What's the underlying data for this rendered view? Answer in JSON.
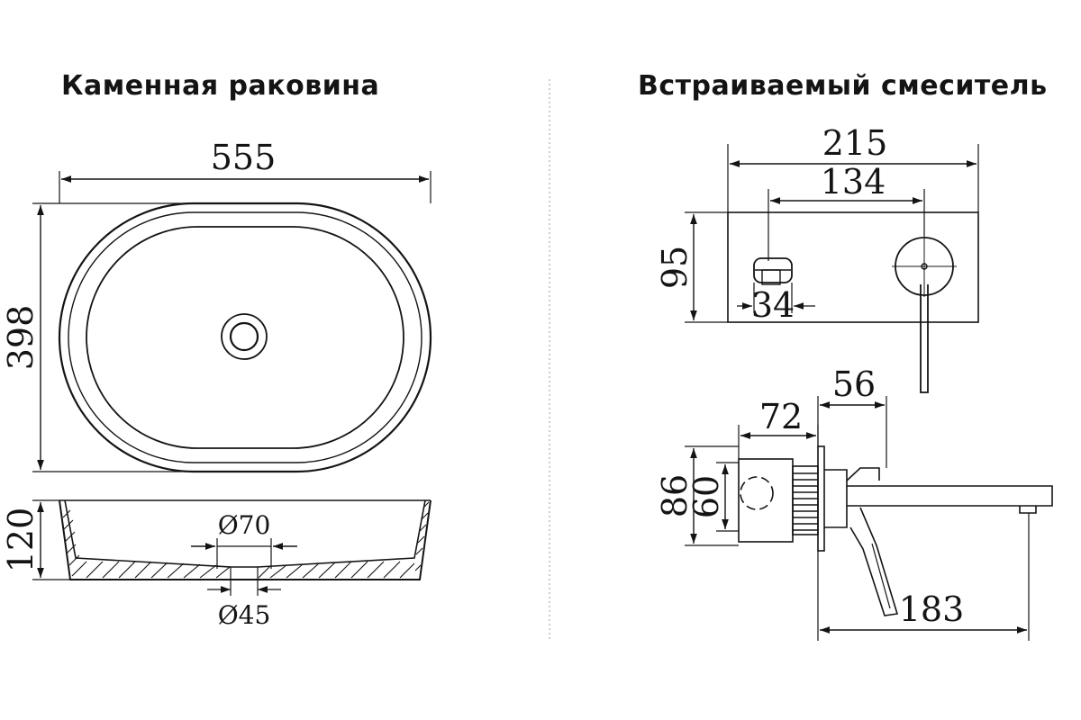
{
  "titles": {
    "sink": "Каменная раковина",
    "faucet": "Встраиваемый смеситель"
  },
  "sink_dims": {
    "width": "555",
    "depth": "398",
    "height": "120",
    "outer_drain": "Ø70",
    "inner_drain": "Ø45"
  },
  "faucet_dims": {
    "plate_width": "215",
    "handle_to_spout": "134",
    "plate_height": "95",
    "handle_width": "34",
    "projection_top": "56",
    "body_depth": "72",
    "flange_outer": "86",
    "flange_inner": "60",
    "spout_length": "183"
  },
  "colors": {
    "line": "#141414",
    "divider": "#cfcfcf",
    "background": "#ffffff"
  }
}
